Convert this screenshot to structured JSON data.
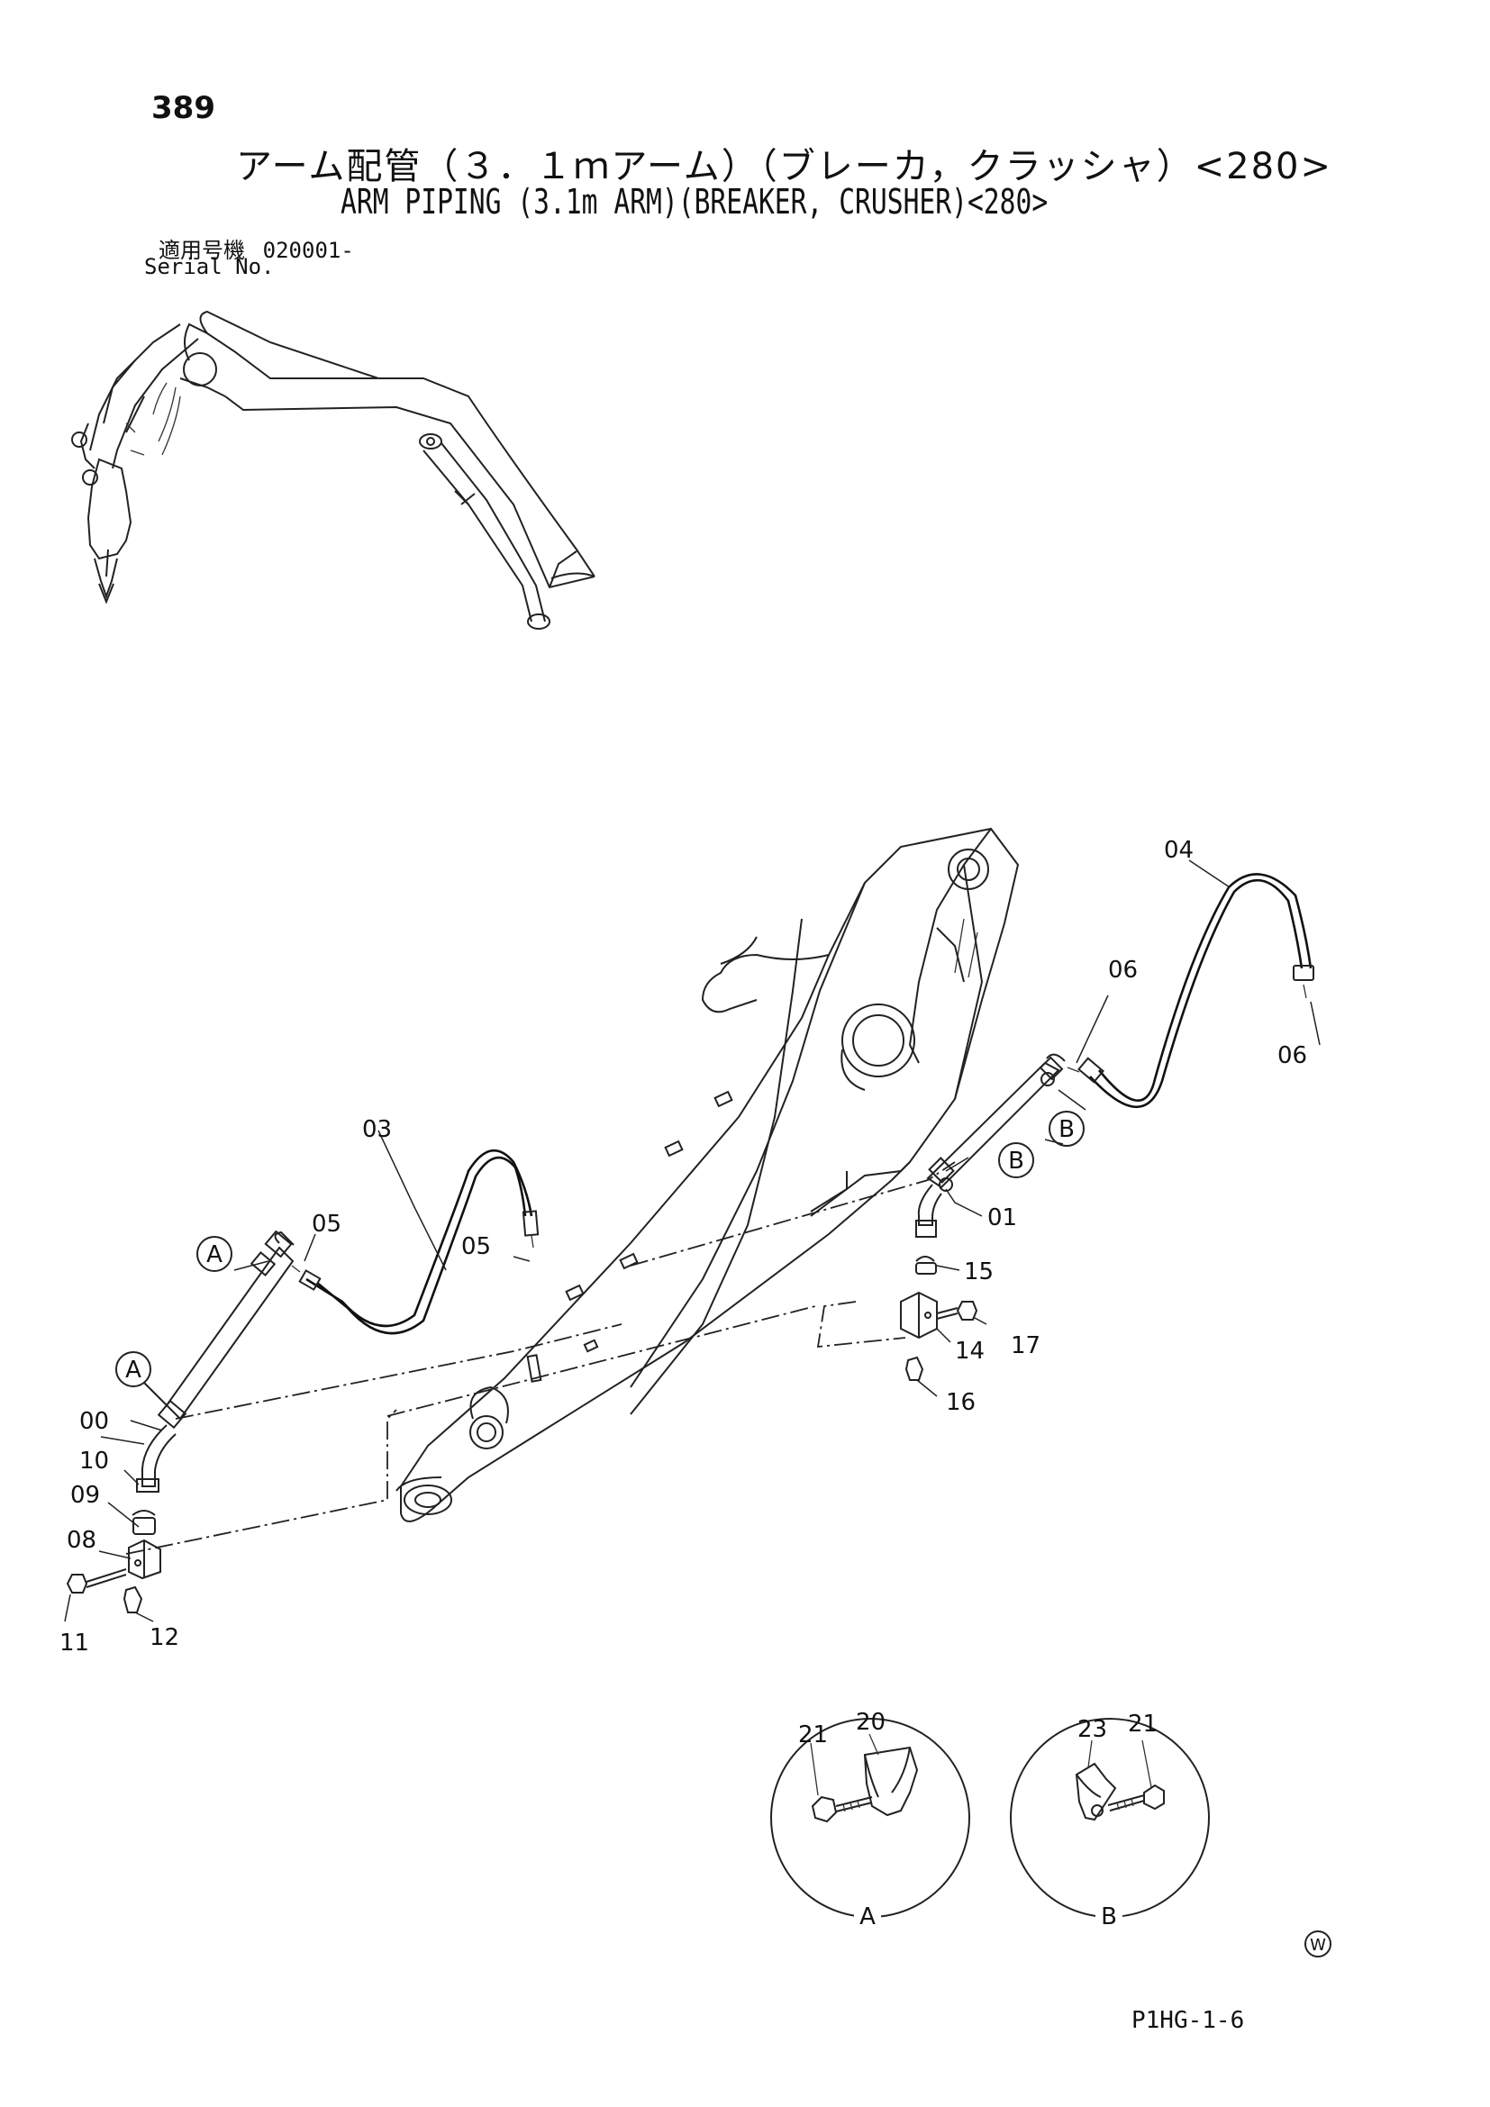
{
  "page_number": "389",
  "title_jp": "アーム配管（３．１ｍアーム）（ブレーカ，クラッシャ）<280>",
  "title_en": "ARM PIPING (3.1m ARM)(BREAKER, CRUSHER)<280>",
  "serial_label_jp": "適用号機",
  "serial_value": "020001-",
  "serial_label_en": "Serial No.",
  "page_code": "P1HG-1-6",
  "watermark": "W",
  "callouts": {
    "a_upper": "A",
    "a_lower": "A",
    "b_upper": "B",
    "b_lower": "B"
  },
  "part_labels": {
    "p00": "00",
    "p01": "01",
    "p03": "03",
    "p04": "04",
    "p05a": "05",
    "p05b": "05",
    "p06a": "06",
    "p06b": "06",
    "p08": "08",
    "p09": "09",
    "p10": "10",
    "p11": "11",
    "p12": "12",
    "p14": "14",
    "p15": "15",
    "p16": "16",
    "p17": "17"
  },
  "detail_a": {
    "label": "A",
    "parts": [
      "21",
      "20"
    ]
  },
  "detail_b": {
    "label": "B",
    "parts": [
      "23",
      "21"
    ]
  }
}
